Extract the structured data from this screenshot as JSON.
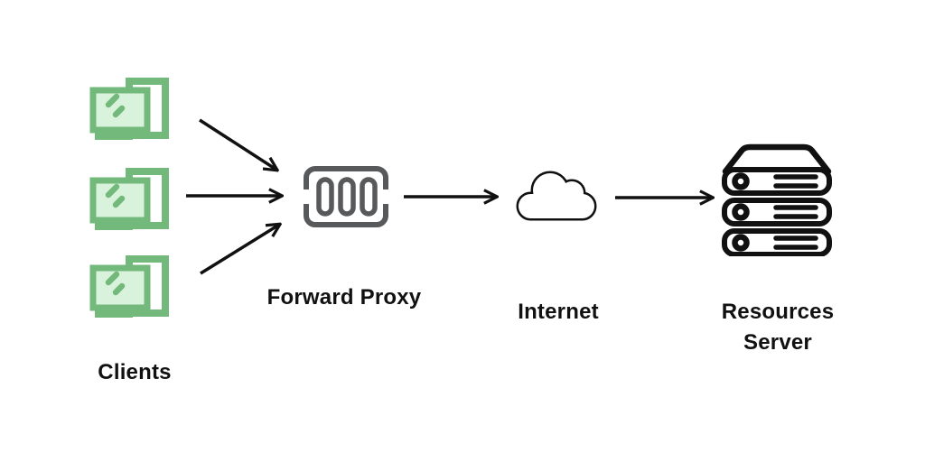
{
  "diagram": {
    "background_color": "#ffffff",
    "arrow_color": "#111111",
    "nodes": [
      {
        "id": "clients",
        "label": "Clients",
        "icon": "client-workstation-icon",
        "icon_count": 3,
        "icon_stroke_color": "#72B97B",
        "icon_fill_color": "#D9F2DC"
      },
      {
        "id": "forward-proxy",
        "label": "Forward Proxy",
        "icon": "proxy-appliance-icon",
        "icon_count": 1,
        "icon_stroke_color": "#58595B",
        "icon_fill_color": "#FFFFFF"
      },
      {
        "id": "internet",
        "label": "Internet",
        "icon": "cloud-icon",
        "icon_count": 1,
        "icon_stroke_color": "#111111",
        "icon_fill_color": "#FFFFFF"
      },
      {
        "id": "resources-server",
        "label": "Resources Server",
        "icon": "server-stack-icon",
        "icon_count": 1,
        "icon_stroke_color": "#111111",
        "icon_fill_color": "#FFFFFF"
      }
    ],
    "edges": [
      {
        "from": "clients",
        "to": "forward-proxy",
        "arrow_count": 3
      },
      {
        "from": "forward-proxy",
        "to": "internet",
        "arrow_count": 1
      },
      {
        "from": "internet",
        "to": "resources-server",
        "arrow_count": 1
      }
    ]
  }
}
